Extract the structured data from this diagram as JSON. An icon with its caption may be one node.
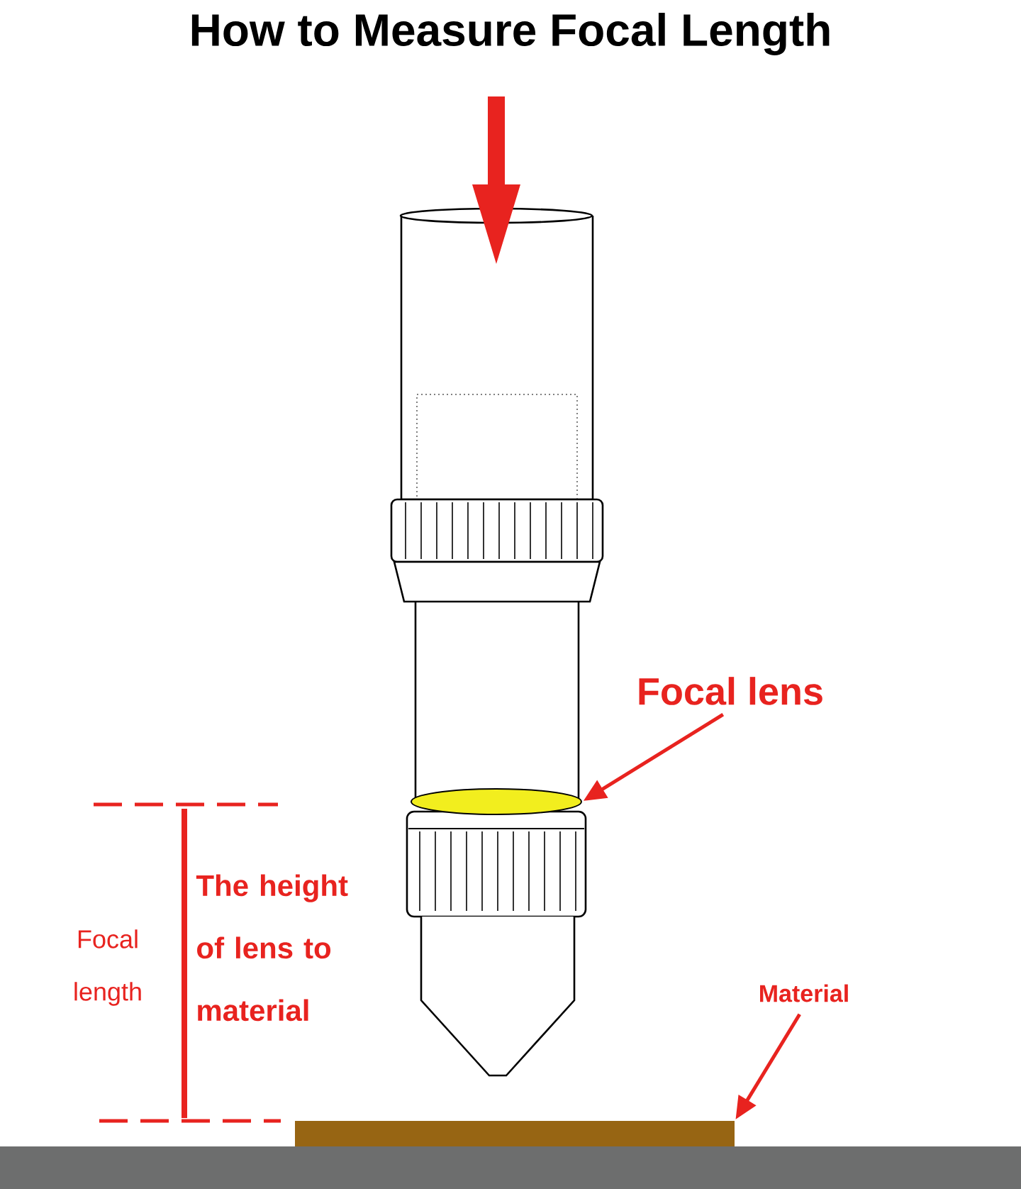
{
  "diagram": {
    "title": "How to Measure Focal Length",
    "nodes": [
      {
        "text": [
          "Focal lens"
        ]
      },
      {
        "text": [],
        "shape": "ellipse"
      },
      {
        "text": [
          "Material"
        ]
      },
      {
        "text": [],
        "shape": "bar"
      }
    ],
    "edges": [
      {
        "from": 0,
        "to": 1,
        "arrow": "to"
      },
      {
        "from": 2,
        "to": 3,
        "arrow": "to"
      }
    ],
    "labels": [
      "The height of lens to material",
      "Focal length"
    ]
  }
}
